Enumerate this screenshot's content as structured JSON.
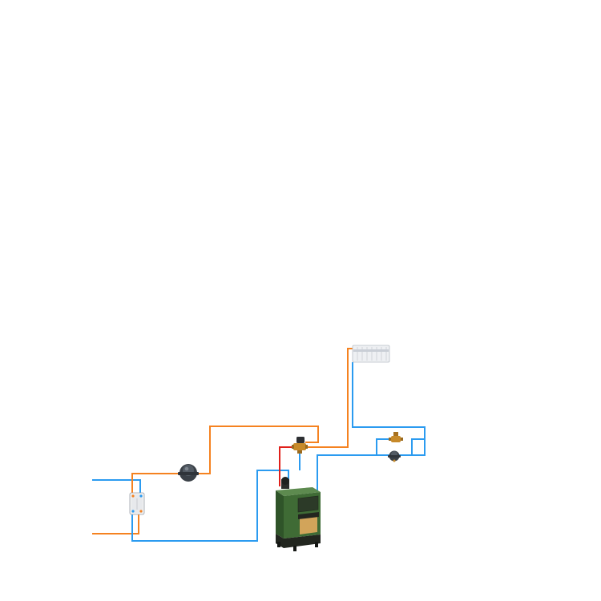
{
  "diagram": {
    "kind": "heating-system-schematic",
    "colors": {
      "background": "#ffffff",
      "hot_pipe": "#f58220",
      "cold_pipe": "#2b9bf0",
      "flow_pipe": "#e0201b",
      "boiler_body": "#3f6b35",
      "boiler_dark": "#22261f",
      "boiler_door": "#d2a45a",
      "pump": "#3a4047",
      "valve_brass": "#c78a2a",
      "radiator": "#eef0f3",
      "exchanger": "#f2f2f2"
    },
    "components": [
      {
        "id": "radiator",
        "icon": "radiator-icon"
      },
      {
        "id": "plate-heat-exchanger",
        "icon": "heat-exchanger-icon"
      },
      {
        "id": "circulation-pump-left",
        "icon": "pump-icon"
      },
      {
        "id": "three-way-mixing-valve",
        "icon": "valve-icon"
      },
      {
        "id": "solid-fuel-boiler",
        "icon": "boiler-icon"
      },
      {
        "id": "bypass-valve",
        "icon": "valve-icon"
      },
      {
        "id": "circulation-pump-right",
        "icon": "pump-icon"
      }
    ]
  }
}
